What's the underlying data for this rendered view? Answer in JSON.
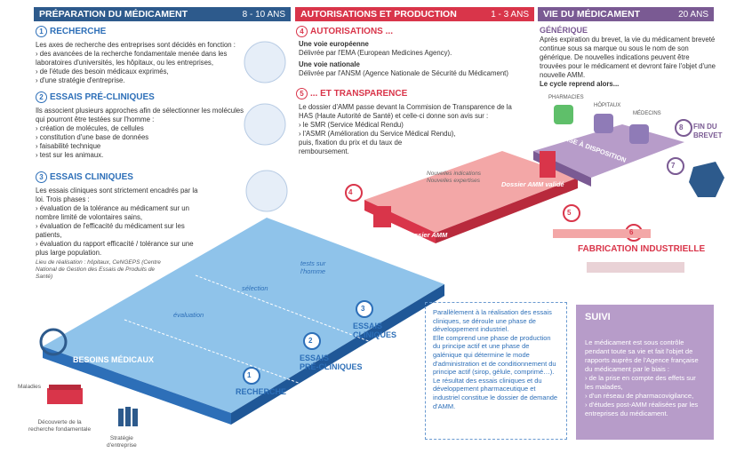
{
  "headers": {
    "prep": {
      "title": "PRÉPARATION DU MÉDICAMENT",
      "duration": "8 - 10 ANS"
    },
    "auth": {
      "title": "AUTORISATIONS ET PRODUCTION",
      "duration": "1 - 3 ANS"
    },
    "vie": {
      "title": "VIE DU MÉDICAMENT",
      "duration": "20 ANS"
    }
  },
  "colors": {
    "blue": "#2d5a8c",
    "red": "#d9354a",
    "purple": "#7a5a93",
    "lilac": "#b79cc9"
  },
  "sections": {
    "recherche": {
      "num": "1",
      "title": "RECHERCHE",
      "intro": "Les axes de recherche des entreprises sont décidés en fonction :",
      "items": [
        "des avancées de la recherche fondamentale menée dans les laboratoires d'universités, les hôpitaux, ou les entreprises,",
        "de l'étude des besoin médicaux exprimés,",
        "d'une stratégie d'entreprise."
      ]
    },
    "precliniques": {
      "num": "2",
      "title": "ESSAIS PRÉ-CLINIQUES",
      "intro": "Ils associent plusieurs approches afin de sélectionner les molécules qui pourront être testées sur l'homme :",
      "items": [
        "création de molécules, de cellules",
        "constitution d'une base de données",
        "faisabilité technique",
        "test sur les animaux."
      ]
    },
    "cliniques": {
      "num": "3",
      "title": "ESSAIS CLINIQUES",
      "intro": "Les essais cliniques sont strictement encadrés par la loi. Trois phases :",
      "items": [
        "évaluation de la tolérance au médicament sur un nombre limité de volontaires sains,",
        "évaluation de l'efficacité du médicament sur les patients,",
        "évaluation du rapport efficacité / tolérance sur une plus large population."
      ],
      "note": "Lieu de réalisation : hôpitaux, CeNGEPS (Centre National de Gestion des Essais de Produits de Santé)"
    },
    "autorisations": {
      "num": "4",
      "title": "AUTORISATIONS ...",
      "eu_title": "Une voie européenne",
      "eu_text": "Délivrée par l'EMA (European Medicines Agency).",
      "nat_title": "Une voie nationale",
      "nat_text": "Délivrée par l'ANSM (Agence Nationale de Sécurité du Médicament)"
    },
    "transparence": {
      "num": "5",
      "title": "... ET TRANSPARENCE",
      "intro": "Le dossier d'AMM passe devant la Commision de Transparence de la HAS (Haute Autorité de Santé) et celle-ci donne son avis sur :",
      "items": [
        "le SMR (Service Médical Rendu)",
        "l'ASMR (Amélioration du Service Médical Rendu),"
      ],
      "outro": "puis, fixation du prix et du taux de remboursement."
    },
    "generique": {
      "title": "GÉNÉRIQUE",
      "text": "Après expiration du brevet, la vie du médicament breveté continue sous sa marque ou sous le nom de son générique. De nouvelles indications peuvent être trouvées pour le médicament et devront faire l'objet d'une nouvelle AMM.",
      "cycle": "Le cycle reprend alors..."
    }
  },
  "diagram": {
    "besoins": "BESOINS MÉDICAUX",
    "step1": {
      "num": "1",
      "label": "RECHERCHE"
    },
    "step2": {
      "num": "2",
      "label1": "ESSAIS",
      "label2": "PRÉ-CLINIQUES"
    },
    "step3": {
      "num": "3",
      "label1": "ESSAIS",
      "label2": "CLINIQUES"
    },
    "evaluation": "évaluation",
    "selection": "sélection",
    "tests1": "tests sur",
    "tests2": "l'homme",
    "dossier_amm": "Dossier AMM",
    "dossier_valide": "Dossier AMM validé",
    "nouvelles1": "Nouvelles indications",
    "nouvelles2": "Nouvelles expertises",
    "mise": "MISE À DISPOSITION",
    "pharmacies": "PHARMACIES",
    "hopitaux": "HÔPITAUX",
    "medecins": "MÉDECINS",
    "fin1": "FIN DU",
    "fin2": "BREVET",
    "fabrication": "FABRICATION INDUSTRIELLE",
    "num4": "4",
    "num5": "5",
    "num6": "6",
    "num7": "7",
    "num8": "8",
    "maladies": "Maladies",
    "decouverte1": "Découverte de la",
    "decouverte2": "recherche fondamentale",
    "strategie1": "Stratégie",
    "strategie2": "d'entreprise"
  },
  "parallele": [
    "Parallèlement à la réalisation des essais cliniques, se déroule une phase de développement industriel.",
    "Elle comprend une phase de production du principe actif et une phase de galénique qui détermine le mode d'administration et de conditionnement du principe actif (sirop, gélule, comprimé…).",
    "Le résultat des essais cliniques et du développement pharmaceutique et industriel constitue le dossier de demande d'AMM."
  ],
  "suivi": {
    "title": "SUIVI",
    "intro": "Le médicament est sous contrôle pendant toute sa vie et fait l'objet de rapports auprès de l'Agence française du médicament par le biais :",
    "items": [
      "de la prise en compte des effets sur les malades,",
      "d'un réseau de pharmacovigilance,",
      "d'études post-AMM réalisées par les entreprises du médicament."
    ]
  }
}
